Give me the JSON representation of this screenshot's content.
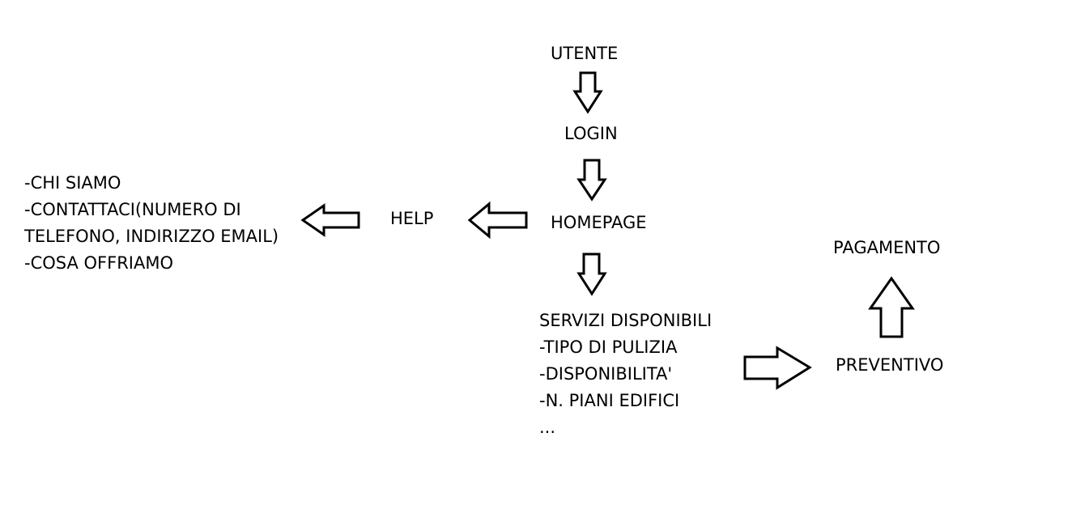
{
  "nodes": {
    "utente": "UTENTE",
    "login": "LOGIN",
    "homepage": "HOMEPAGE",
    "help": "HELP",
    "pagamento": "PAGAMENTO",
    "preventivo": "PREVENTIVO",
    "help_details": [
      "-CHI SIAMO",
      "-CONTATTACI(NUMERO DI",
      "TELEFONO, INDIRIZZO EMAIL)",
      "-COSA OFFRIAMO"
    ],
    "servizi": [
      "SERVIZI DISPONIBILI",
      "-TIPO DI PULIZIA",
      "-DISPONIBILITA'",
      "-N. PIANI EDIFICI",
      "..."
    ]
  },
  "colors": {
    "stroke": "#000000",
    "fill": "#ffffff",
    "background": "#ffffff"
  }
}
